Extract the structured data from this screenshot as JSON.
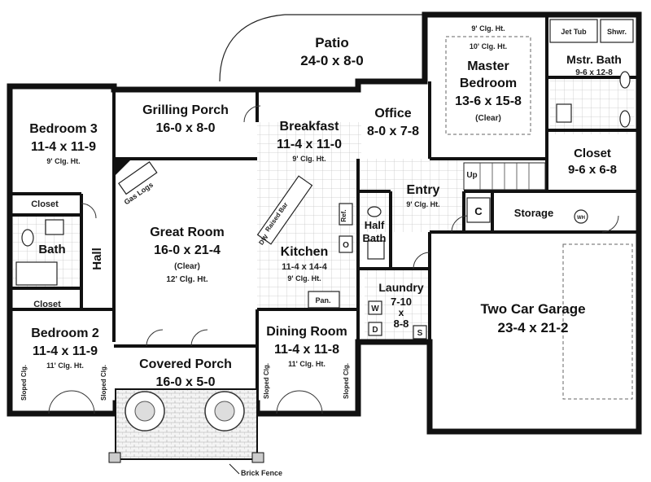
{
  "rooms": {
    "patio": {
      "name": "Patio",
      "dim": "24-0 x 8-0"
    },
    "master_bedroom": {
      "name_line1": "Master",
      "name_line2": "Bedroom",
      "dim": "13-6 x 15-8",
      "note": "(Clear)",
      "clg1": "9' Clg. Ht.",
      "clg2": "10' Clg. Ht."
    },
    "mstr_bath": {
      "name": "Mstr. Bath",
      "dim": "9-6 x 12-8",
      "jet_tub": "Jet Tub",
      "shower": "Shwr."
    },
    "closet_master": {
      "name": "Closet",
      "dim": "9-6 x 6-8"
    },
    "office": {
      "name": "Office",
      "dim": "8-0 x 7-8"
    },
    "breakfast": {
      "name": "Breakfast",
      "dim": "11-4 x 11-0",
      "clg": "9' Clg. Ht."
    },
    "grilling_porch": {
      "name": "Grilling Porch",
      "dim": "16-0 x 8-0"
    },
    "bedroom3": {
      "name": "Bedroom 3",
      "dim": "11-4 x 11-9",
      "clg": "9' Clg. Ht."
    },
    "closet_b3": {
      "name": "Closet"
    },
    "bath": {
      "name": "Bath"
    },
    "hall": {
      "name": "Hall"
    },
    "closet_b2": {
      "name": "Closet"
    },
    "great_room": {
      "name": "Great Room",
      "dim": "16-0 x 21-4",
      "note": "(Clear)",
      "clg": "12' Clg. Ht.",
      "gas_logs": "Gas Logs"
    },
    "kitchen": {
      "name": "Kitchen",
      "dim": "11-4 x 14-4",
      "clg": "9' Clg. Ht.",
      "raised_bar": "Raised Bar",
      "dw": "DW",
      "ref": "Ref.",
      "oven": "O",
      "pan": "Pan."
    },
    "entry": {
      "name": "Entry",
      "clg": "9' Clg. Ht.",
      "up": "Up"
    },
    "half_bath": {
      "name_line1": "Half",
      "name_line2": "Bath"
    },
    "coat_closet": {
      "name": "C"
    },
    "storage": {
      "name": "Storage",
      "wh": "WH"
    },
    "laundry": {
      "name": "Laundry",
      "dim_line1": "7-10",
      "dim_line2": "x",
      "dim_line3": "8-8",
      "w": "W",
      "d": "D",
      "s": "S"
    },
    "garage": {
      "name": "Two Car Garage",
      "dim": "23-4 x 21-2"
    },
    "bedroom2": {
      "name": "Bedroom 2",
      "dim": "11-4 x 11-9",
      "clg": "11' Clg. Ht.",
      "sloped_left": "Sloped Clg.",
      "sloped_right": "Sloped Clg."
    },
    "covered_porch": {
      "name": "Covered Porch",
      "dim": "16-0 x 5-0"
    },
    "dining_room": {
      "name": "Dining Room",
      "dim": "11-4 x 11-8",
      "clg": "11' Clg. Ht.",
      "sloped_left": "Sloped Clg.",
      "sloped_right": "Sloped Clg."
    }
  },
  "annotations": {
    "brick_fence": "Brick Fence"
  },
  "colors": {
    "wall": "#111111",
    "floor_grid": "#bdbdbd",
    "background": "#ffffff"
  }
}
